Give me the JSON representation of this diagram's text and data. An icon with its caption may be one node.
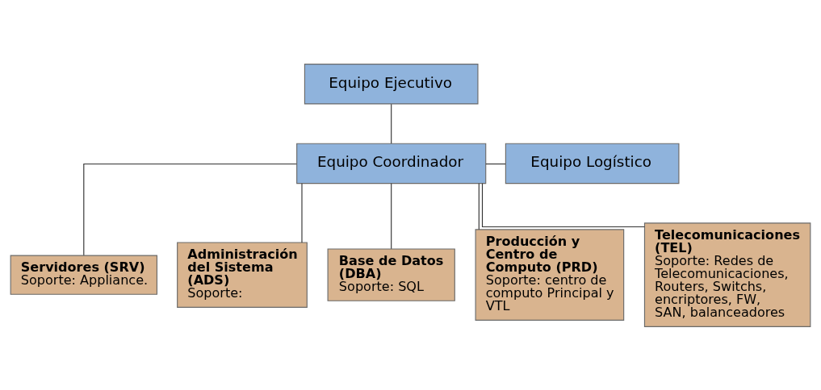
{
  "diagram": {
    "nodes": [
      {
        "text": [
          "Equipo Ejecutivo"
        ]
      },
      {
        "text": [
          "Equipo Coordinador"
        ]
      },
      {
        "text": [
          "Equipo Logístico"
        ]
      },
      {
        "text": [
          "Servidores (SRV)",
          "Soporte: Appliance."
        ]
      },
      {
        "text": [
          "Administración del Sistema (ADS)",
          "Soporte:"
        ]
      },
      {
        "text": [
          "Base de Datos (DBA)",
          "Soporte: SQL"
        ]
      },
      {
        "text": [
          "Producción y Centro de Computo (PRD)",
          "Soporte: centro de computo Principal y VTL"
        ]
      },
      {
        "text": [
          "Telecomunicaciones (TEL)",
          "Soporte: Redes de Telecomunicaciones, Routers, Switchs, encriptores, FW, SAN, balanceadores"
        ]
      }
    ],
    "edges": [
      {
        "from": 0,
        "to": 1,
        "arrow": "none"
      },
      {
        "from": 1,
        "to": 2,
        "arrow": "none"
      },
      {
        "from": 1,
        "to": 3,
        "arrow": "none"
      },
      {
        "from": 1,
        "to": 4,
        "arrow": "none"
      },
      {
        "from": 1,
        "to": 5,
        "arrow": "none"
      },
      {
        "from": 1,
        "to": 6,
        "arrow": "none"
      },
      {
        "from": 1,
        "to": 7,
        "arrow": "none"
      }
    ]
  }
}
